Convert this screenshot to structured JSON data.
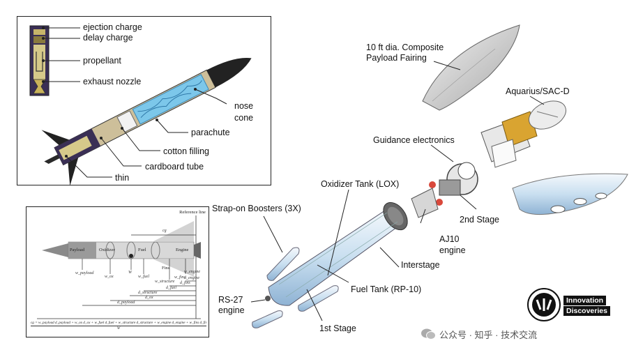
{
  "model_rocket": {
    "labels": {
      "ejection_charge": "ejection charge",
      "delay_charge": "delay charge",
      "propellant": "propellant",
      "exhaust_nozzle": "exhaust nozzle",
      "nose": "nose",
      "cone": "cone",
      "parachute": "parachute",
      "cotton_filling": "cotton filling",
      "cardboard_tube": "cardboard tube",
      "thin": "thin"
    }
  },
  "cg_diagram": {
    "reference_line": "Reference line",
    "components": {
      "payload": "Payload",
      "oxidizer": "Oxidizer",
      "fuel": "Fuel",
      "engine": "Engine",
      "fins": "Fins"
    },
    "symbols": {
      "cg": "cg",
      "w_payload": "w_payload",
      "w_ox": "w_ox",
      "W": "W",
      "w_fuel": "w_fuel",
      "w_structure": "w_structure",
      "w_fins": "w_fins",
      "w_engine": "w_engine",
      "d_engine": "d_engine",
      "d_fins": "d_fins",
      "d_fuel": "d_fuel",
      "d_structure": "d_structure",
      "d_ox": "d_ox",
      "d_payload": "d_payload"
    },
    "formula_numerator": "cg = w_payload d_payload + w_ox d_ox + w_fuel d_fuel + w_structure d_structure + w_engine d_engine + w_fins d_fins",
    "formula_denominator": "W"
  },
  "launch_vehicle": {
    "labels": {
      "fairing_line1": "10 ft dia. Composite",
      "fairing_line2": "Payload Fairing",
      "aquarius": "Aquarius/SAC-D",
      "guidance": "Guidance electronics",
      "oxidizer_tank": "Oxidizer Tank (LOX)",
      "boosters": "Strap-on Boosters (3X)",
      "second_stage": "2nd Stage",
      "aj10_line1": "AJ10",
      "aj10_line2": "engine",
      "interstage": "Interstage",
      "fuel_tank": "Fuel Tank (RP-10)",
      "rs27_line1": "RS-27",
      "rs27_line2": "engine",
      "first_stage": "1st Stage"
    }
  },
  "branding": {
    "logo_line1": "Innovation",
    "logo_line2": "Discoveries",
    "watermark": "公众号 · 知乎 · 技术交流"
  }
}
